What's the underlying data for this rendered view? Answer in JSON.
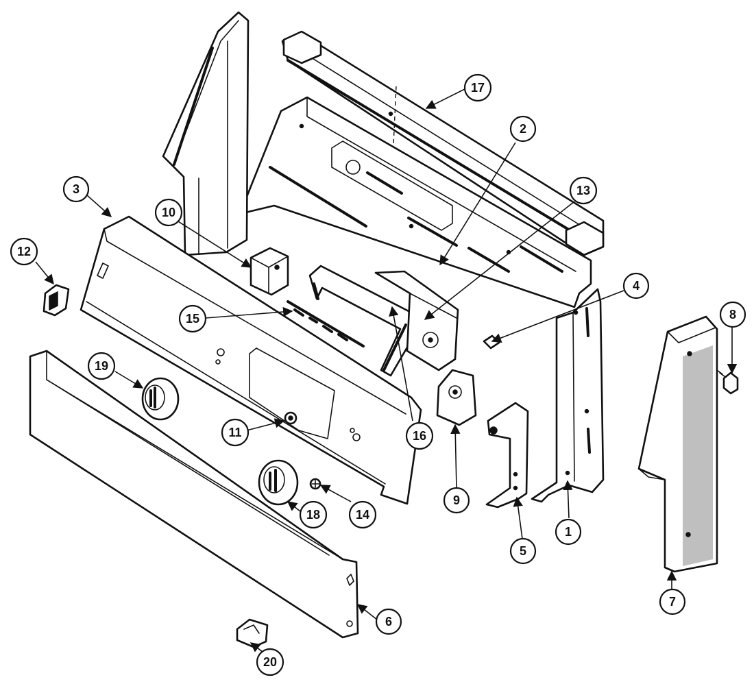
{
  "callouts": [
    {
      "id": "callout-1",
      "label": "1"
    },
    {
      "id": "callout-2",
      "label": "2"
    },
    {
      "id": "callout-3",
      "label": "3"
    },
    {
      "id": "callout-4",
      "label": "4"
    },
    {
      "id": "callout-5",
      "label": "5"
    },
    {
      "id": "callout-6",
      "label": "6"
    },
    {
      "id": "callout-7",
      "label": "7"
    },
    {
      "id": "callout-8",
      "label": "8"
    },
    {
      "id": "callout-9",
      "label": "9"
    },
    {
      "id": "callout-10",
      "label": "10"
    },
    {
      "id": "callout-11",
      "label": "11"
    },
    {
      "id": "callout-12",
      "label": "12"
    },
    {
      "id": "callout-13",
      "label": "13"
    },
    {
      "id": "callout-14",
      "label": "14"
    },
    {
      "id": "callout-15",
      "label": "15"
    },
    {
      "id": "callout-16",
      "label": "16"
    },
    {
      "id": "callout-17",
      "label": "17"
    },
    {
      "id": "callout-18",
      "label": "18"
    },
    {
      "id": "callout-19",
      "label": "19"
    },
    {
      "id": "callout-20",
      "label": "20"
    }
  ]
}
